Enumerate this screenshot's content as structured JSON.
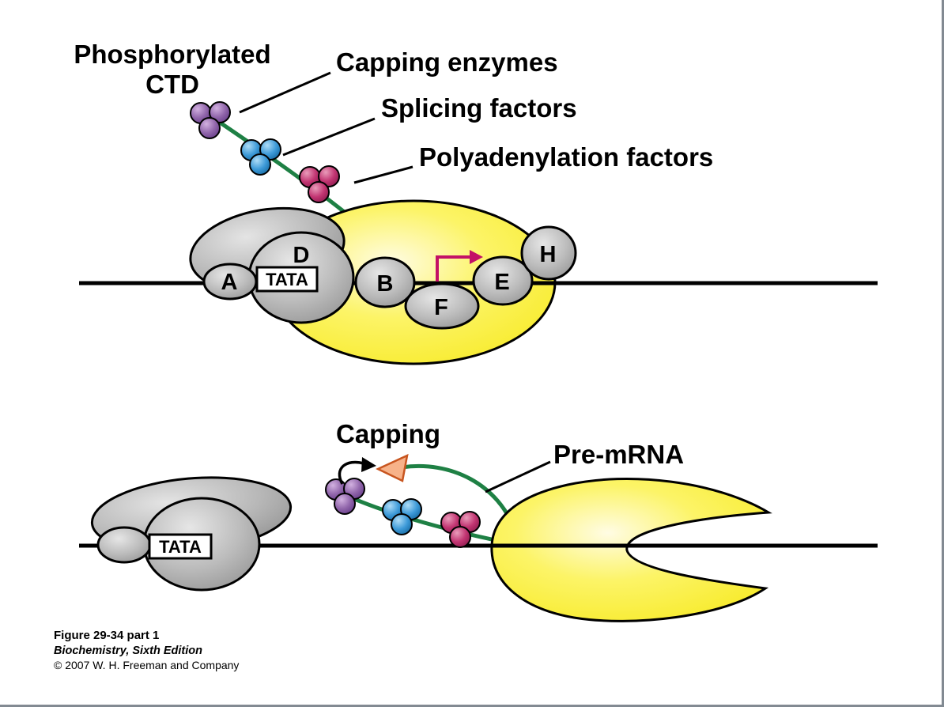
{
  "top": {
    "phospho_line1": "Phosphorylated",
    "phospho_line2": "CTD",
    "capping_enzymes": "Capping enzymes",
    "splicing_factors": "Splicing factors",
    "polyadenylation_factors": "Polyadenylation factors",
    "tata": "TATA",
    "subunits": {
      "a": "A",
      "d": "D",
      "b": "B",
      "f": "F",
      "e": "E",
      "h": "H"
    }
  },
  "bottom": {
    "capping": "Capping",
    "pre_mrna": "Pre-mRNA",
    "tata": "TATA"
  },
  "caption": {
    "figure": "Figure 29-34 part 1",
    "book": "Biochemistry, Sixth Edition",
    "copyright": "© 2007 W. H. Freeman and Company"
  },
  "colors": {
    "polymerase_yellow": "#f9ee35",
    "rna_green": "#1e8044",
    "capping_enzyme_purple": "#8f62a8",
    "splicing_factor_blue": "#3d9ad8",
    "polyadenylation_magenta": "#c23572",
    "start_arrow": "#c31166",
    "cap_orange": "#f7b289",
    "cap_outline": "#c8551f",
    "subunit_gray": "#b5b5b5",
    "dna_black": "#000000"
  }
}
